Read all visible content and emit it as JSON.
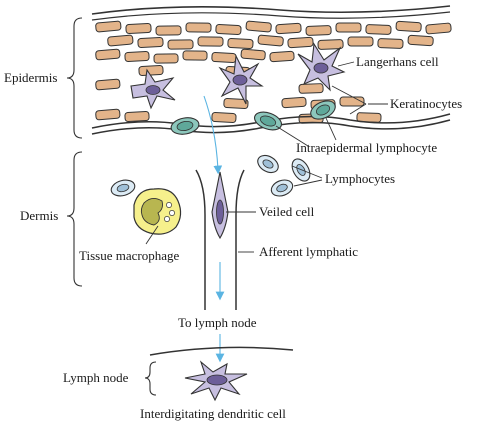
{
  "regions": {
    "epidermis": "Epidermis",
    "dermis": "Dermis",
    "lymph_node": "Lymph node"
  },
  "labels": {
    "langerhans_cell": "Langerhans cell",
    "keratinocytes": "Keratinocytes",
    "intraepidermal_lymphocyte": "Intraepidermal lymphocyte",
    "lymphocytes": "Lymphocytes",
    "veiled_cell": "Veiled cell",
    "tissue_macrophage": "Tissue macrophage",
    "afferent_lymphatic": "Afferent lymphatic",
    "to_lymph_node": "To lymph node",
    "interdigitating_dendritic_cell": "Interdigitating dendritic cell"
  },
  "colors": {
    "keratinocyte_fill": "#e3b48a",
    "langerhans_fill": "#c7bfe0",
    "langerhans_nucleus": "#6d5f99",
    "lymphocyte_fill": "#dcebf5",
    "lymphocyte_nucleus": "#9fc0d8",
    "intraepidermal_fill": "#8cc7bc",
    "macrophage_fill": "#f6f08c",
    "macrophage_nucleus": "#b8b650",
    "arrow": "#5ab4e2",
    "outline": "#333333"
  }
}
